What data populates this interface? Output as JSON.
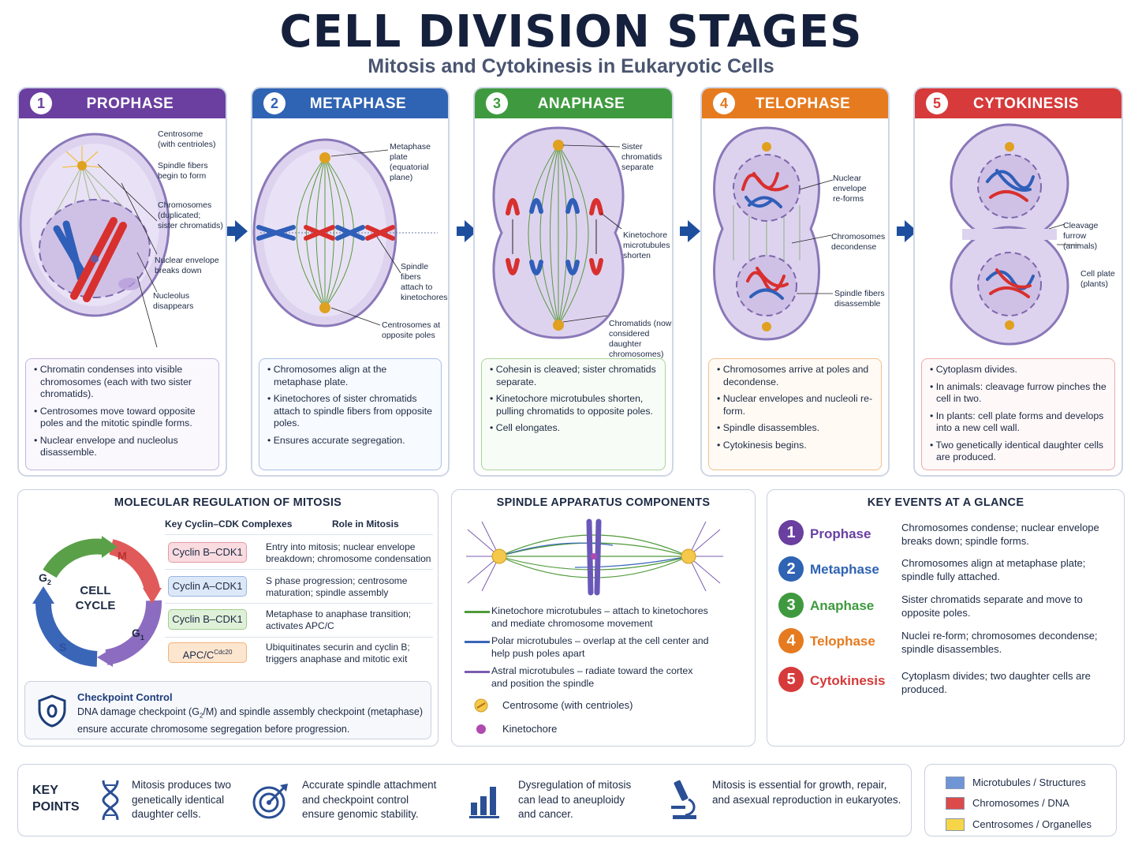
{
  "title": "CELL DIVISION STAGES",
  "subtitle": "Mitosis and Cytokinesis in Eukaryotic Cells",
  "stages": [
    {
      "num": "1",
      "name": "PROPHASE",
      "color": "#6a3fa0",
      "labels": [
        "Centrosome\n(with centrioles)",
        "Spindle fibers\nbegin to form",
        "Chromosomes\n(duplicated;\nsister chromatids)",
        "Nuclear envelope\nbreaks down",
        "Nucleolus\ndisappears"
      ],
      "bullets": [
        "Chromatin condenses into visible chromosomes (each with two sister chromatids).",
        "Centrosomes move toward opposite poles and the mitotic spindle forms.",
        "Nuclear envelope and nucleolus disassemble."
      ]
    },
    {
      "num": "2",
      "name": "METAPHASE",
      "color": "#2f63b3",
      "labels": [
        "Metaphase plate\n(equatorial plane)",
        "Spindle fibers\nattach to kinetochores",
        "Centrosomes at\nopposite poles"
      ],
      "bullets": [
        "Chromosomes align at the metaphase plate.",
        "Kinetochores of sister chromatids attach to spindle fibers from opposite poles.",
        "Ensures accurate segregation."
      ]
    },
    {
      "num": "3",
      "name": "ANAPHASE",
      "color": "#3f9a3f",
      "labels": [
        "Sister chromatids\nseparate",
        "Kinetochore\nmicrotubules\nshorten",
        "Chromatids (now\nconsidered daughter\nchromosomes)"
      ],
      "bullets": [
        "Cohesin is cleaved; sister chromatids separate.",
        "Kinetochore microtubules shorten, pulling chromatids to opposite poles.",
        "Cell elongates."
      ]
    },
    {
      "num": "4",
      "name": "TELOPHASE",
      "color": "#e57a1e",
      "labels": [
        "Nuclear envelope\nre-forms",
        "Chromosomes\ndecondense",
        "Spindle fibers\ndisassemble"
      ],
      "bullets": [
        "Chromosomes arrive at poles and decondense.",
        "Nuclear envelopes and nucleoli re-form.",
        "Spindle disassembles.",
        "Cytokinesis begins."
      ]
    },
    {
      "num": "5",
      "name": "CYTOKINESIS",
      "color": "#d63a3a",
      "labels": [
        "Cleavage furrow\n(animals)",
        "Cell plate\n(plants)"
      ],
      "bullets": [
        "Cytoplasm divides.",
        "In animals: cleavage furrow pinches the cell in two.",
        "In plants: cell plate forms and develops into a new cell wall.",
        "Two genetically identical daughter cells are produced."
      ]
    }
  ],
  "regulation": {
    "title": "MOLECULAR REGULATION OF MITOSIS",
    "cycle_center": "CELL\nCYCLE",
    "phase_labels": [
      "M",
      "G",
      "1",
      "S",
      "G",
      "2"
    ],
    "col_headers": [
      "Key Cyclin–CDK Complexes",
      "Role in Mitosis"
    ],
    "rows": [
      {
        "complex": "Cyclin B–CDK1",
        "role": "Entry into mitosis; nuclear envelope breakdown; chromosome condensation",
        "bg": "#f9dbe0",
        "bd": "#e59aa7"
      },
      {
        "complex": "Cyclin A–CDK1",
        "role": "S phase progression; centrosome maturation; spindle assembly",
        "bg": "#dce8f8",
        "bd": "#97b5e0"
      },
      {
        "complex": "Cyclin B–CDK1",
        "role": "Metaphase to anaphase transition; activates APC/C",
        "bg": "#dff0d8",
        "bd": "#9fcf8f"
      },
      {
        "complex": "APC/C",
        "complex_sup": "Cdc20",
        "role": "Ubiquitinates securin and cyclin B; triggers anaphase and mitotic exit",
        "bg": "#fde6cf",
        "bd": "#f0b27a"
      }
    ],
    "checkpoint_title": "Checkpoint Control",
    "checkpoint_pre": "DNA damage checkpoint (G",
    "checkpoint_sub": "2",
    "checkpoint_post": "/M) and spindle assembly checkpoint (metaphase) ensure accurate chromosome segregation before progression."
  },
  "spindle": {
    "title": "SPINDLE APPARATUS COMPONENTS",
    "legend": [
      {
        "text": "Kinetochore microtubules – attach to kinetochores and mediate chromosome movement",
        "color": "#4f9a3a"
      },
      {
        "text": "Polar microtubules – overlap at the cell center and help push poles apart",
        "color": "#3a66b8"
      },
      {
        "text": "Astral microtubules – radiate toward the cortex and position the spindle",
        "color": "#7a5cb0"
      }
    ],
    "centrosome": "Centrosome (with centrioles)",
    "kinetochore": "Kinetochore"
  },
  "key_events": {
    "title": "KEY EVENTS AT A GLANCE",
    "items": [
      {
        "num": "1",
        "name": "Prophase",
        "desc": "Chromosomes condense; nuclear envelope breaks down; spindle forms.",
        "color": "#6a3fa0"
      },
      {
        "num": "2",
        "name": "Metaphase",
        "desc": "Chromosomes align at metaphase plate; spindle fully attached.",
        "color": "#2f63b3"
      },
      {
        "num": "3",
        "name": "Anaphase",
        "desc": "Sister chromatids separate and move to opposite poles.",
        "color": "#3f9a3f"
      },
      {
        "num": "4",
        "name": "Telophase",
        "desc": "Nuclei re-form; chromosomes decondense; spindle disassembles.",
        "color": "#e57a1e"
      },
      {
        "num": "5",
        "name": "Cytokinesis",
        "desc": "Cytoplasm divides; two daughter cells are produced.",
        "color": "#d63a3a"
      }
    ]
  },
  "key_points": {
    "label": "KEY\nPOINTS",
    "items": [
      "Mitosis produces two genetically identical daughter cells.",
      "Accurate spindle attachment and checkpoint control ensure genomic stability.",
      "Dysregulation of mitosis can lead to aneuploidy and cancer.",
      "Mitosis is essential for growth, repair, and asexual reproduction in eukaryotes."
    ]
  },
  "legend": [
    {
      "text": "Microtubules / Structures",
      "color": "#6f95d6"
    },
    {
      "text": "Chromosomes / DNA",
      "color": "#dc4a4a"
    },
    {
      "text": "Centrosomes / Organelles",
      "color": "#f6d648"
    }
  ]
}
